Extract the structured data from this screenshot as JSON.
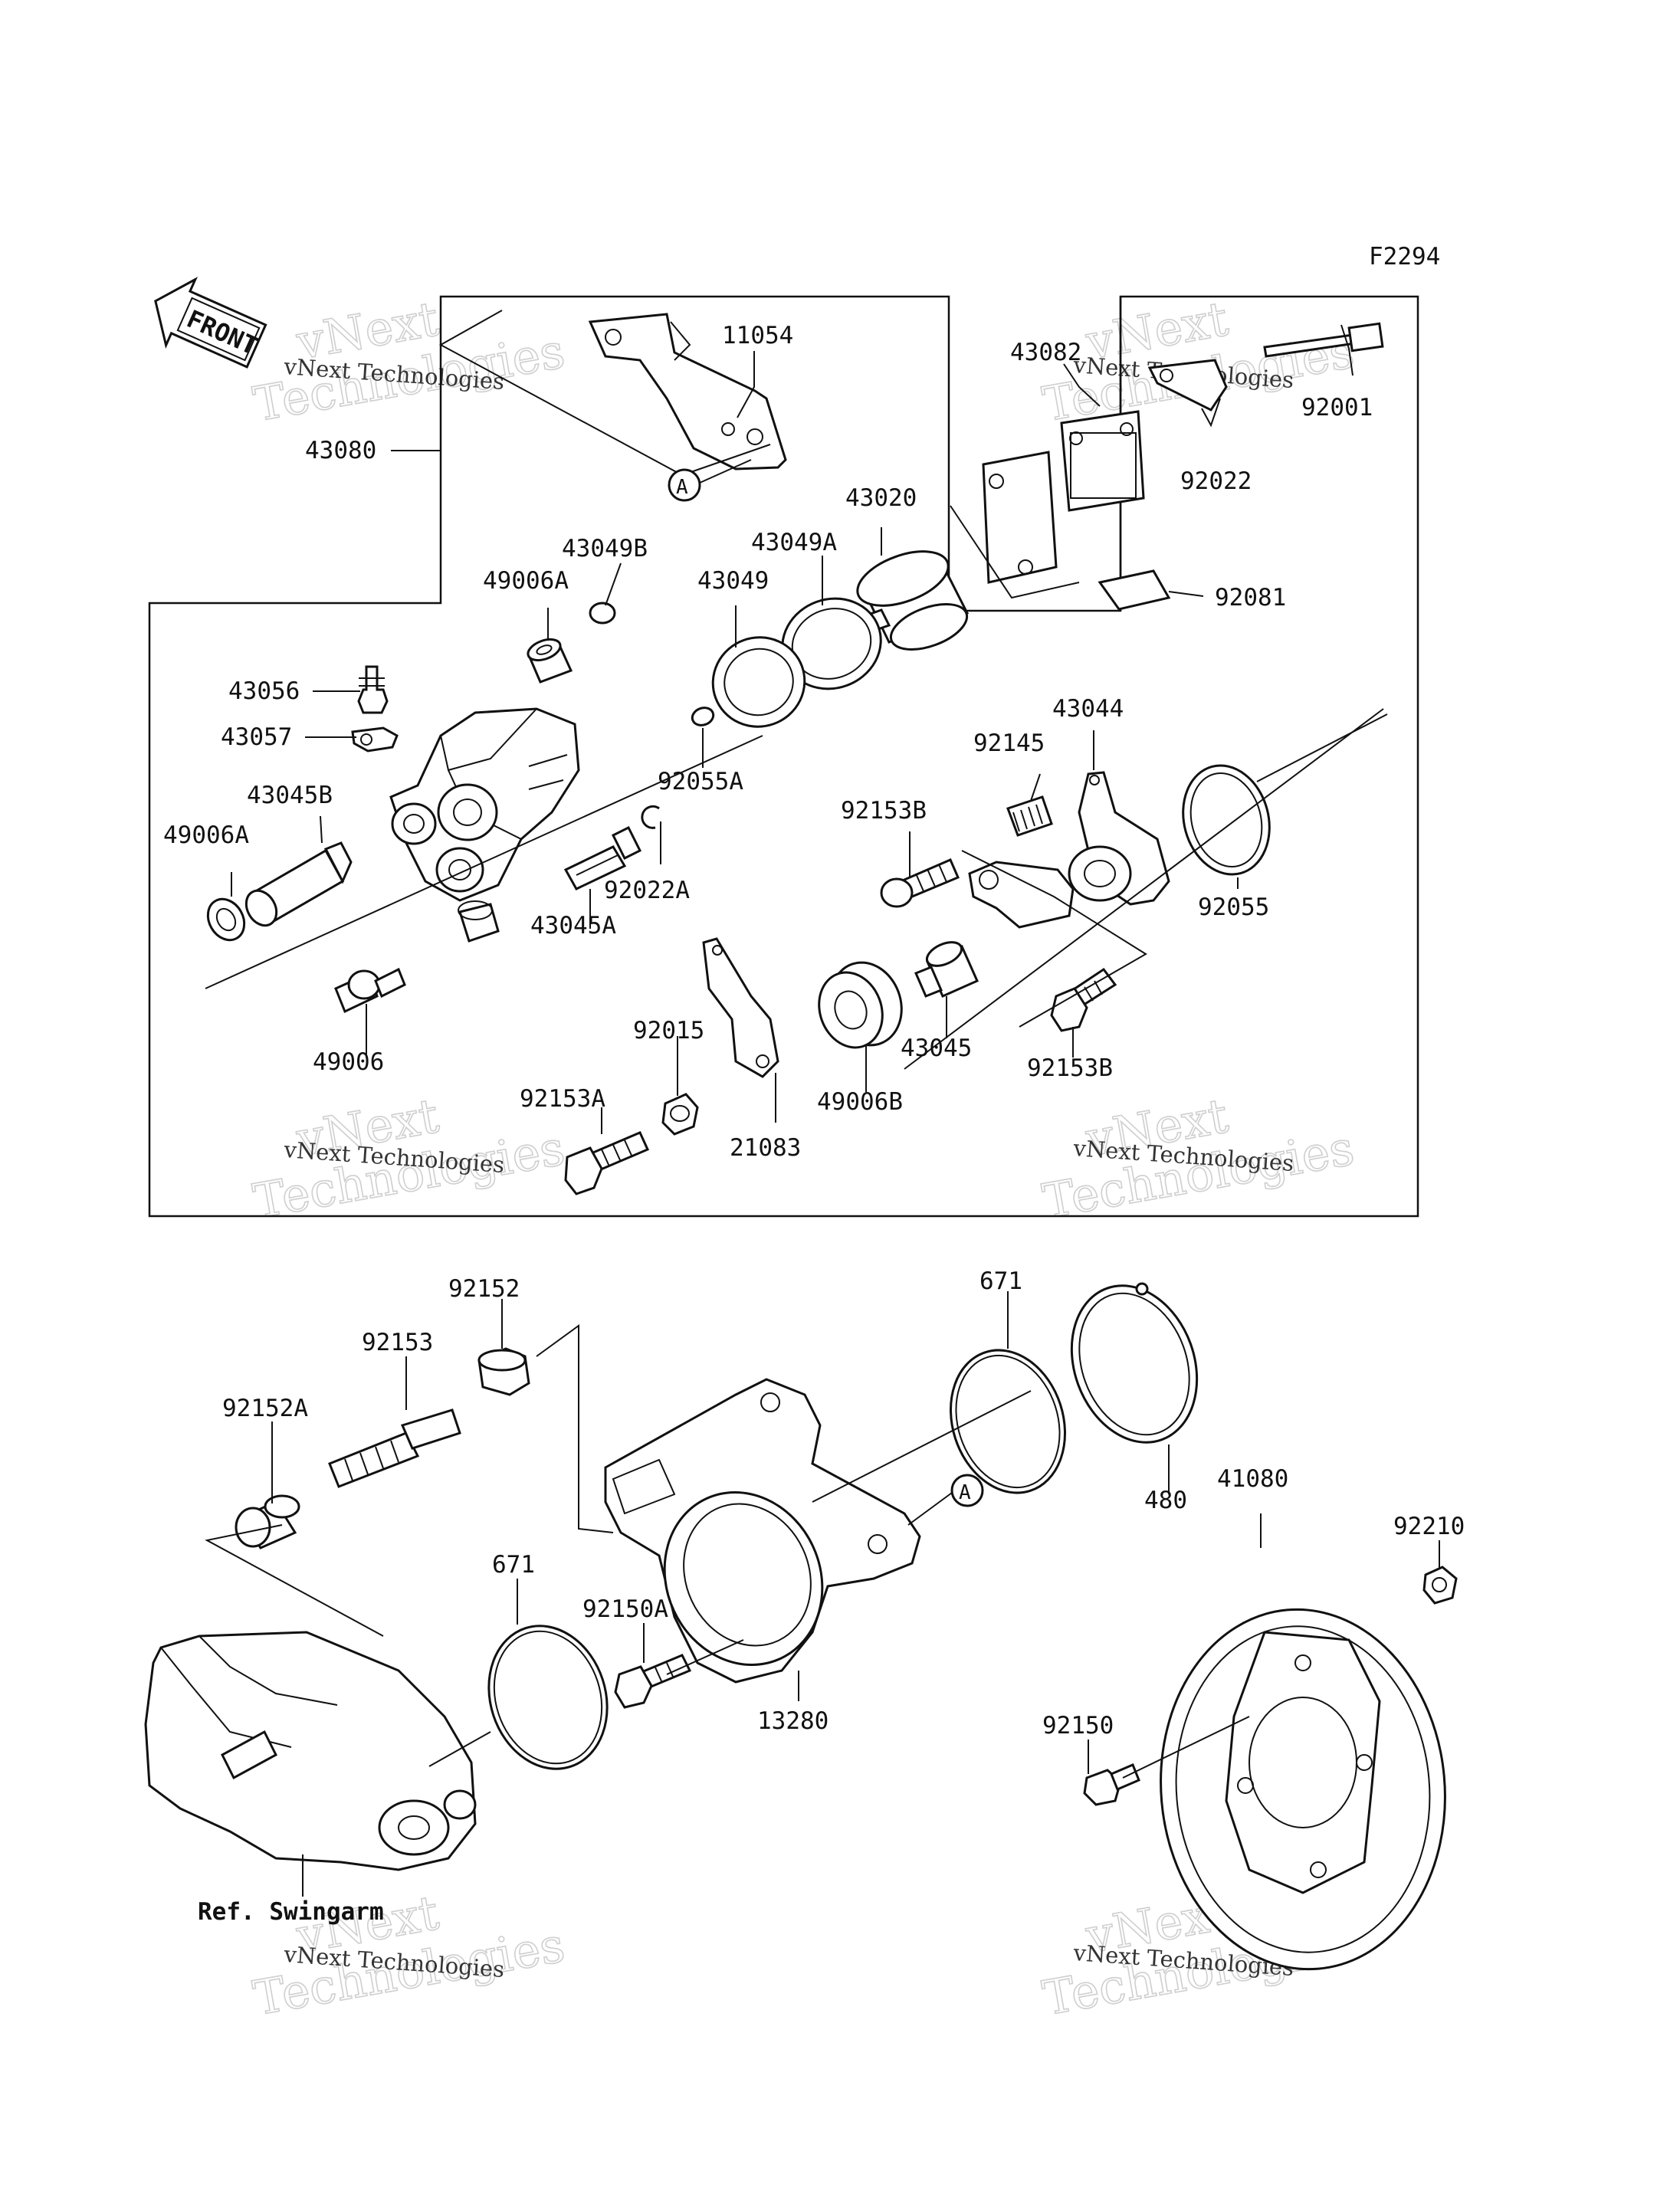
{
  "figure_code": "F2294",
  "front_label": "FRONT",
  "ref_label": "Ref. Swingarm",
  "callout_letter": "A",
  "watermark": {
    "line1": "vNext",
    "line2": "Technologies",
    "small": "vNext Technologies"
  },
  "parts": {
    "p11054": "11054",
    "p43080": "43080",
    "p43082": "43082",
    "p92001": "92001",
    "p92022": "92022",
    "p43020": "43020",
    "p43049A": "43049A",
    "p43049B": "43049B",
    "p43049": "43049",
    "p49006A_top": "49006A",
    "p92081": "92081",
    "p43056": "43056",
    "p43057": "43057",
    "p43045B": "43045B",
    "p92055A": "92055A",
    "p92145": "92145",
    "p43044": "43044",
    "p49006A_left": "49006A",
    "p92153B_left": "92153B",
    "p92022A": "92022A",
    "p43045A": "43045A",
    "p92055": "92055",
    "p49006": "49006",
    "p92015": "92015",
    "p43045": "43045",
    "p92153B_right": "92153B",
    "p92153A": "92153A",
    "p21083": "21083",
    "p49006B": "49006B",
    "p92152": "92152",
    "p671_top": "671",
    "p92153": "92153",
    "p92152A": "92152A",
    "p480": "480",
    "p41080": "41080",
    "p671_left": "671",
    "p92150A": "92150A",
    "p92210": "92210",
    "p13280": "13280",
    "p92150": "92150"
  }
}
